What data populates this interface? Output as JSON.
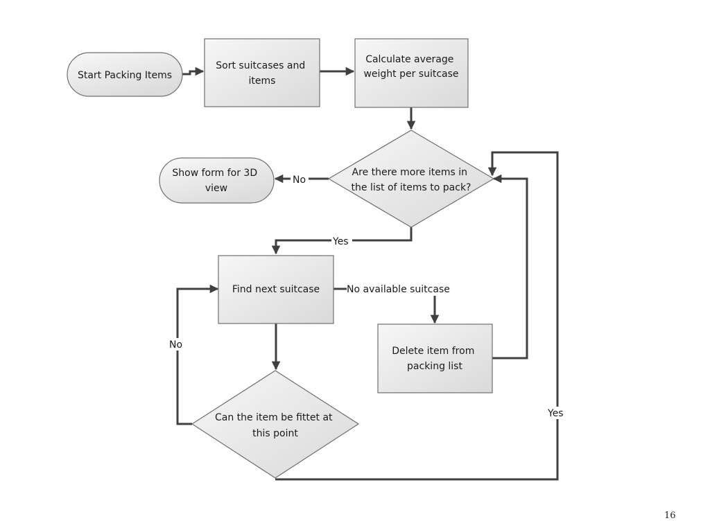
{
  "colors": {
    "connector": "#404040",
    "shape_fill_light": "#f7f7f7",
    "shape_fill_dark": "#d6d6d6",
    "shape_stroke": "#6f6f6f"
  },
  "nodes": {
    "start": "Start Packing Items",
    "sort": [
      "Sort suitcases and",
      "items"
    ],
    "calc": [
      "Calculate average",
      "weight per suitcase"
    ],
    "decision_more": [
      "Are there more items in",
      "the list of items to pack?"
    ],
    "show_form": [
      "Show form for 3D",
      "view"
    ],
    "find_next": "Find next suitcase",
    "delete_item": [
      "Delete item from",
      "packing list"
    ],
    "decision_fit": [
      "Can the item be fittet at",
      "this point"
    ]
  },
  "edge_labels": {
    "no_more": "No",
    "yes_more": "Yes",
    "no_available": "No available suitcase",
    "no_fit": "No",
    "yes_fit": "Yes"
  },
  "page_number": "16"
}
